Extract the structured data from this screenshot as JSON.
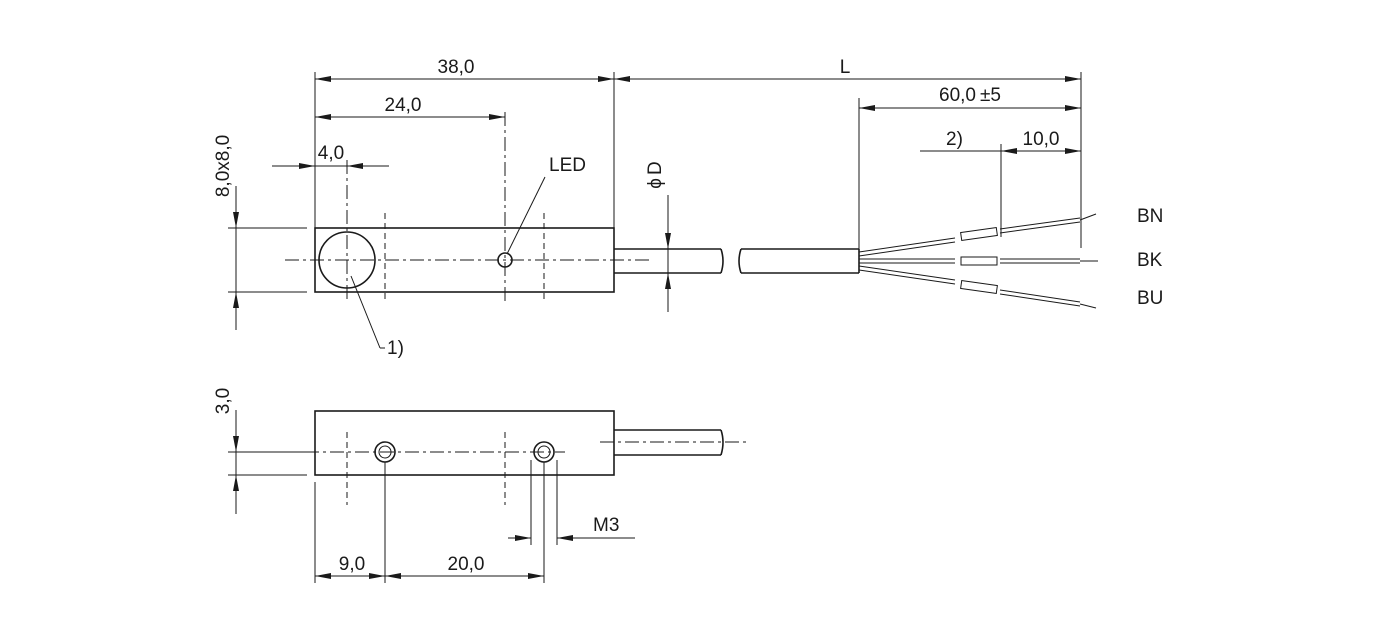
{
  "dimensions": {
    "body_length": "38,0",
    "led_position": "24,0",
    "sensing_center": "4,0",
    "cross_section": "8,0x8,0",
    "cable_length": "L",
    "stripped_length": "60,0",
    "stripped_tolerance": "±5",
    "wire_end": "10,0",
    "cable_diameter": "D",
    "diameter_symbol": "ϕ",
    "height": "3,0",
    "hole_offset": "9,0",
    "hole_spacing": "20,0",
    "thread": "M3"
  },
  "labels": {
    "led": "LED",
    "note_1": "1)",
    "note_2": "2)",
    "wire_brown": "BN",
    "wire_black": "BK",
    "wire_blue": "BU"
  }
}
